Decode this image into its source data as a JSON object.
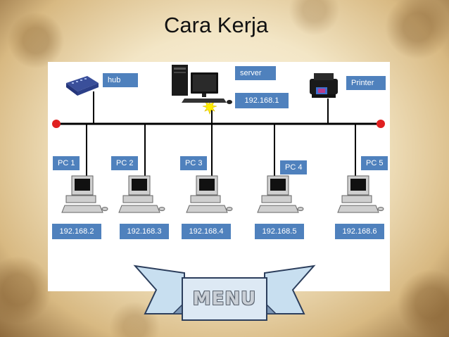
{
  "title": "Cara Kerja",
  "devices": {
    "hub_label": "hub",
    "server_label": "server",
    "server_ip": "192.168.1",
    "printer_label": "Printer"
  },
  "pcs": [
    {
      "label": "PC 1",
      "ip": "192.168.2"
    },
    {
      "label": "PC 2",
      "ip": "192.168.3"
    },
    {
      "label": "PC 3",
      "ip": "192.168.4"
    },
    {
      "label": "PC 4",
      "ip": "192.168.5"
    },
    {
      "label": "PC 5",
      "ip": "192.168.6"
    }
  ],
  "menu_label": "MENU",
  "colors": {
    "label_blue": "#4f81bd",
    "terminator_red": "#e02020",
    "signal_yellow": "#ffee00"
  }
}
